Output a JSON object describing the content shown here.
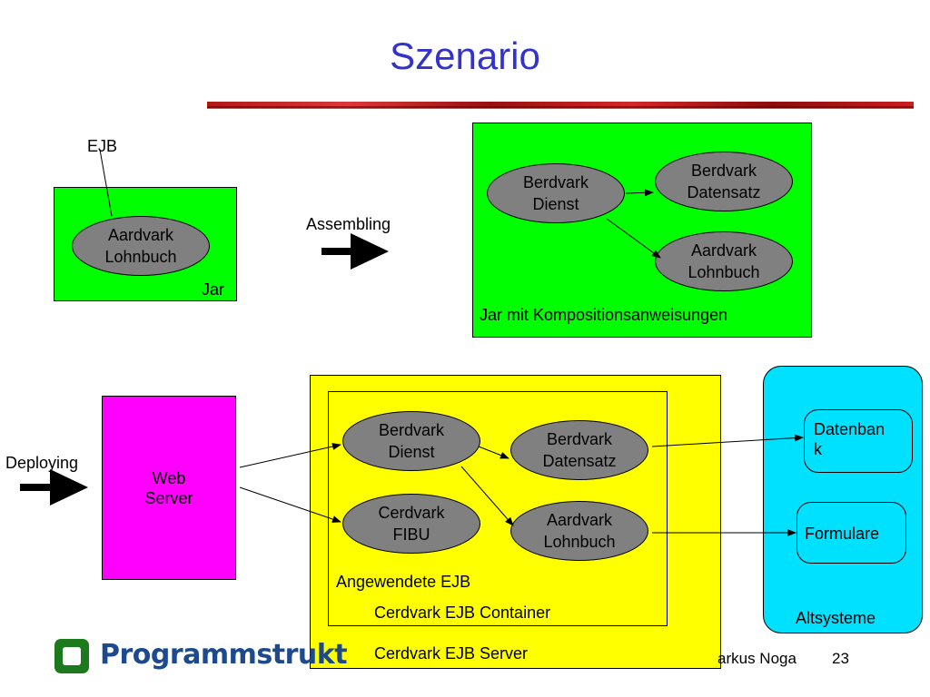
{
  "title": "Szenario",
  "top": {
    "ejb_label": "EJB",
    "jar_ellipse": "Aardvark\nLohnbuch",
    "jar_label": "Jar",
    "assembling_label": "Assembling",
    "composite": {
      "dienst": "Berdvark\nDienst",
      "datensatz": "Berdvark\nDatensatz",
      "lohnbuch": "Aardvark\nLohnbuch",
      "label": "Jar mit Kompositionsanweisungen"
    }
  },
  "bottom": {
    "deploying_label": "Deploying",
    "web_server": "Web\nServer",
    "container": {
      "dienst": "Berdvark\nDienst",
      "datensatz": "Berdvark\nDatensatz",
      "fibu": "Cerdvark\nFIBU",
      "lohnbuch": "Aardvark\nLohnbuch",
      "applied_label": "Angewendete EJB",
      "container_label": "Cerdvark EJB Container"
    },
    "server_label": "Cerdvark EJB Server",
    "altsysteme": {
      "datenbank": "Datenban\nk",
      "formulare": "Formulare",
      "label": "Altsysteme"
    }
  },
  "footer": {
    "logo_text": "Programmstrukt",
    "author": "arkus Noga",
    "page_number": "23"
  },
  "colors": {
    "title": "#3333cc",
    "green": "#00ff00",
    "yellow": "#ffff00",
    "magenta": "#ff00ff",
    "cyan": "#00e0ff",
    "ellipse": "#808080"
  }
}
